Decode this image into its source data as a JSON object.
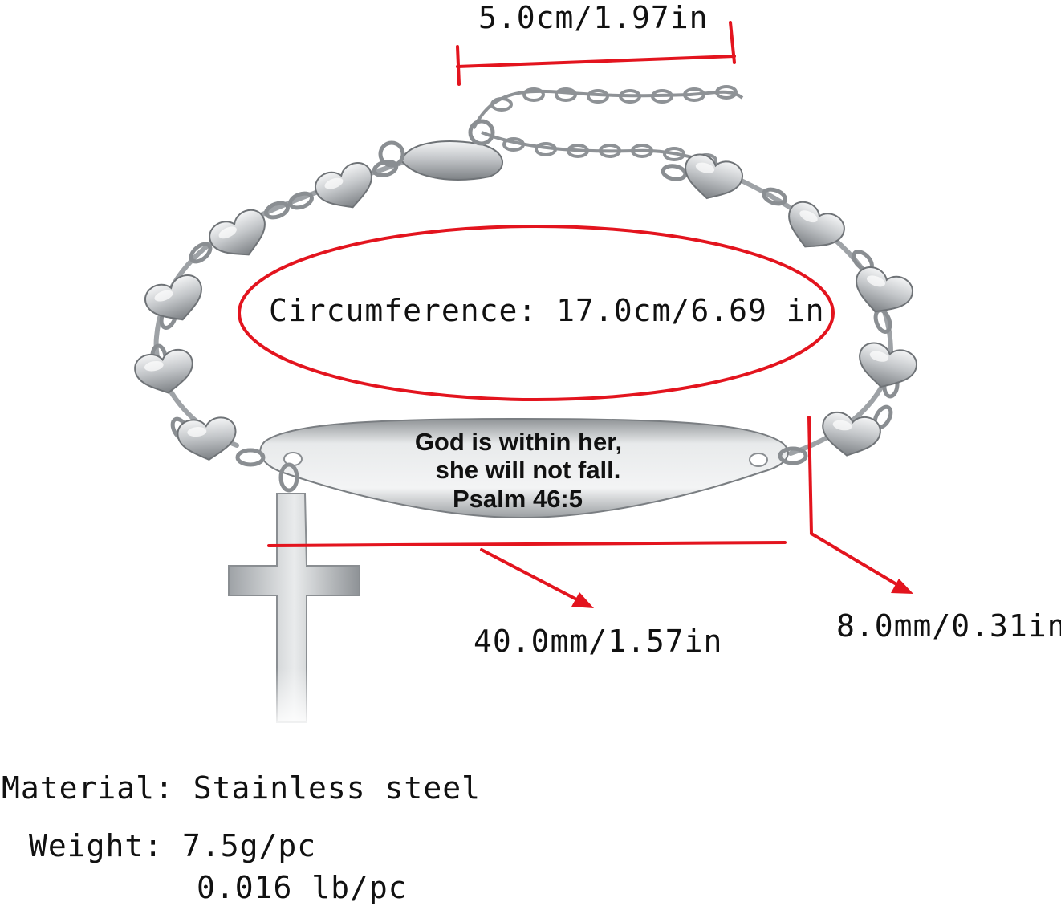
{
  "dimensions": {
    "extender": "5.0cm/1.97in",
    "circumference": "Circumference: 17.0cm/6.69 in",
    "bar_length": "40.0mm/1.57in",
    "bar_width": "8.0mm/0.31in"
  },
  "engraving": {
    "line1": "God is within her,",
    "line2": "she will not fall.",
    "line3": "Psalm 46:5"
  },
  "specs": {
    "material": "Material: Stainless steel",
    "weight_label": "Weight: 7.5g/pc",
    "weight_lb": "0.016 lb/pc"
  },
  "colors": {
    "annotation_red": "#e3141e",
    "steel": "#c9cccf",
    "text": "#111111"
  }
}
